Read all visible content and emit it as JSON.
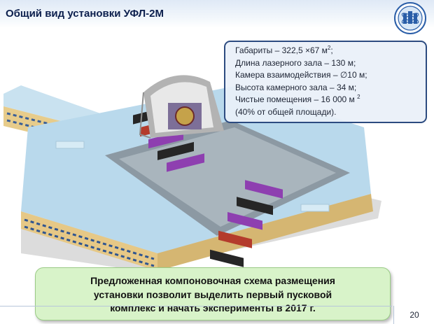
{
  "slide": {
    "title": "Общий вид установки УФЛ-2М",
    "page_number": "20"
  },
  "info_box": {
    "line1": "Габариты – 322,5 ×67 м",
    "line1_sup": "2",
    "line1_end": ";",
    "line2": "Длина лазерного зала – 130 м;",
    "line3": "Камера взаимодействия – ∅10 м;",
    "line4": "Высота камерного зала – 34 м;",
    "line5": "Чистые помещения – 16 000 м ",
    "line5_sup": "2",
    "line6": "(40% от общей площади)."
  },
  "note": {
    "line1": "Предложенная компоновочная схема размещения",
    "line2": "установки позволит выделить первый пусковой",
    "line3": "комплекс и начать эксперименты в 2017 г."
  },
  "colors": {
    "title": "#0c1f4d",
    "info_border": "#2c4b80",
    "info_background": "#e9f0f9",
    "note_background": "#d8f3c9",
    "building_wall": "#e6c886",
    "roof": "#c6e0ef",
    "laser_purple": "#8e3fb0",
    "laser_red": "#b43b2c",
    "laser_black": "#262626"
  },
  "icons": {
    "logo": "institute-logo-icon"
  }
}
